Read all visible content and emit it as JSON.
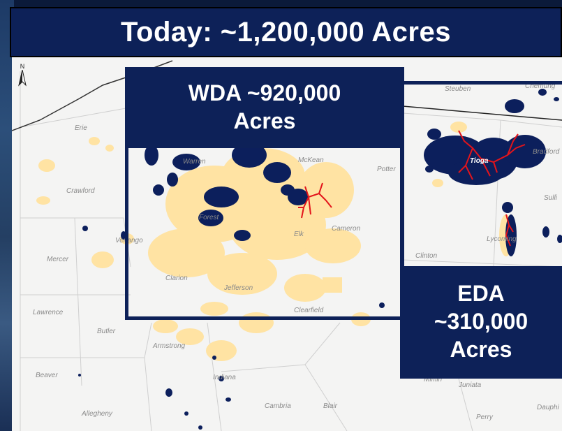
{
  "title": "Today: ~1,200,000 Acres",
  "wda": {
    "line1": "WDA ~920,000",
    "line2": "Acres"
  },
  "eda": {
    "line1": "EDA",
    "line2": "~310,000",
    "line3": "Acres"
  },
  "north_label": "N",
  "counties": {
    "erie": "Erie",
    "crawford": "Crawford",
    "mercer": "Mercer",
    "lawrence": "Lawrence",
    "butler": "Butler",
    "beaver": "Beaver",
    "allegheny": "Allegheny",
    "armstrong": "Armstrong",
    "indiana": "Indiana",
    "cambria": "Cambria",
    "blair": "Blair",
    "warren": "Warren",
    "mckean": "McKean",
    "potter": "Potter",
    "forest": "Forest",
    "venango": "Venango",
    "elk": "Elk",
    "cameron": "Cameron",
    "clarion": "Clarion",
    "jefferson": "Jefferson",
    "clearfield": "Clearfield",
    "steuben": "Steuben",
    "chemung": "Chemung",
    "bradford": "Bradford",
    "tioga": "Tioga",
    "sullivan": "Sulli",
    "lycoming": "Lycoming",
    "clinton": "Clinton",
    "mifflin": "Mifflin",
    "juniata": "Juniata",
    "perry": "Perry",
    "dauphin": "Dauphi"
  },
  "colors": {
    "navy": "#0d2158",
    "acreage": "#ffe3a3",
    "operated": "#0c1f5c",
    "pipeline": "#e3141b"
  }
}
